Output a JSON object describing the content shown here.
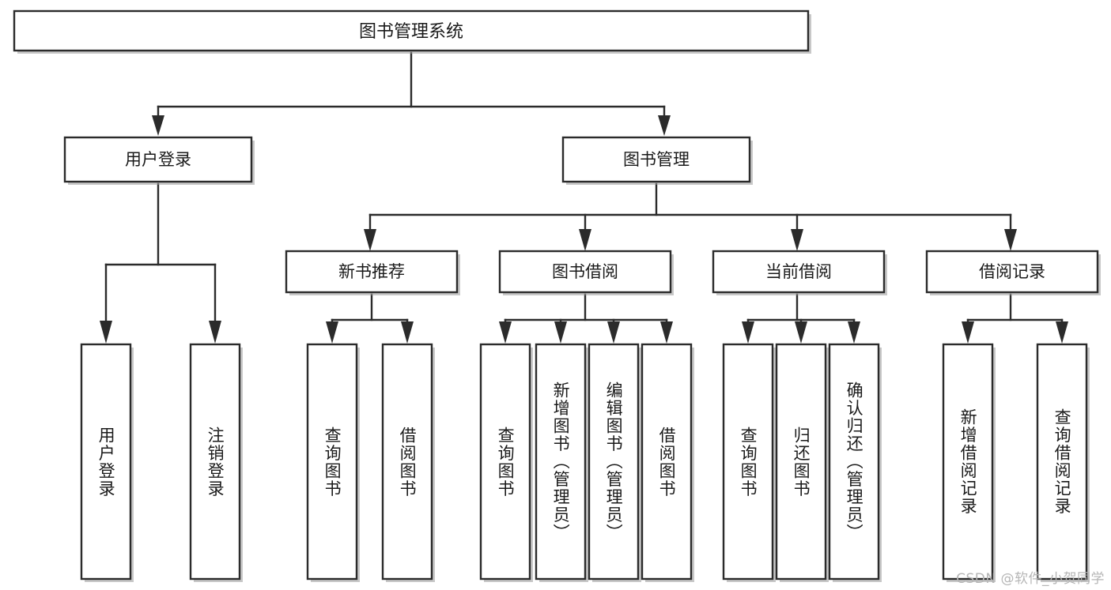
{
  "diagram": {
    "title": "图书管理系统",
    "watermark": "CSDN @软件_小贺同学",
    "type": "tree-hierarchy-chart",
    "orientation": "top-down",
    "colors": {
      "box_fill": "#ffffff",
      "box_stroke": "#2b2b2b",
      "text": "#1a1a1a",
      "background": "#ffffff",
      "watermark": "#b6b6b6"
    },
    "root": {
      "id": "root",
      "label": "图书管理系统",
      "orientation": "horizontal"
    },
    "level2": [
      {
        "id": "user-login",
        "label": "用户登录",
        "orientation": "horizontal"
      },
      {
        "id": "book-manage",
        "label": "图书管理",
        "orientation": "horizontal"
      }
    ],
    "level3": [
      {
        "id": "new-book-recommend",
        "label": "新书推荐",
        "parent": "book-manage",
        "orientation": "horizontal"
      },
      {
        "id": "book-borrow",
        "label": "图书借阅",
        "parent": "book-manage",
        "orientation": "horizontal"
      },
      {
        "id": "current-borrow",
        "label": "当前借阅",
        "parent": "book-manage",
        "orientation": "horizontal"
      },
      {
        "id": "borrow-record",
        "label": "借阅记录",
        "parent": "book-manage",
        "orientation": "horizontal"
      }
    ],
    "leaves": [
      {
        "id": "leaf-user-login",
        "label": "用户登录",
        "parent": "user-login",
        "orientation": "vertical"
      },
      {
        "id": "leaf-user-logout",
        "label": "注销登录",
        "parent": "user-login",
        "orientation": "vertical"
      },
      {
        "id": "leaf-query-book-1",
        "label": "查询图书",
        "parent": "new-book-recommend",
        "orientation": "vertical"
      },
      {
        "id": "leaf-borrow-book-1",
        "label": "借阅图书",
        "parent": "new-book-recommend",
        "orientation": "vertical"
      },
      {
        "id": "leaf-query-book-2",
        "label": "查询图书",
        "parent": "book-borrow",
        "orientation": "vertical"
      },
      {
        "id": "leaf-add-book",
        "label": "新增图书（管理员）",
        "parent": "book-borrow",
        "orientation": "vertical"
      },
      {
        "id": "leaf-edit-book",
        "label": "编辑图书（管理员）",
        "parent": "book-borrow",
        "orientation": "vertical"
      },
      {
        "id": "leaf-borrow-book-2",
        "label": "借阅图书",
        "parent": "book-borrow",
        "orientation": "vertical"
      },
      {
        "id": "leaf-query-book-3",
        "label": "查询图书",
        "parent": "current-borrow",
        "orientation": "vertical"
      },
      {
        "id": "leaf-return-book",
        "label": "归还图书",
        "parent": "current-borrow",
        "orientation": "vertical"
      },
      {
        "id": "leaf-confirm-return",
        "label": "确认归还（管理员）",
        "parent": "current-borrow",
        "orientation": "vertical"
      },
      {
        "id": "leaf-add-record",
        "label": "新增借阅记录",
        "parent": "borrow-record",
        "orientation": "vertical"
      },
      {
        "id": "leaf-query-record",
        "label": "查询借阅记录",
        "parent": "borrow-record",
        "orientation": "vertical"
      }
    ]
  }
}
